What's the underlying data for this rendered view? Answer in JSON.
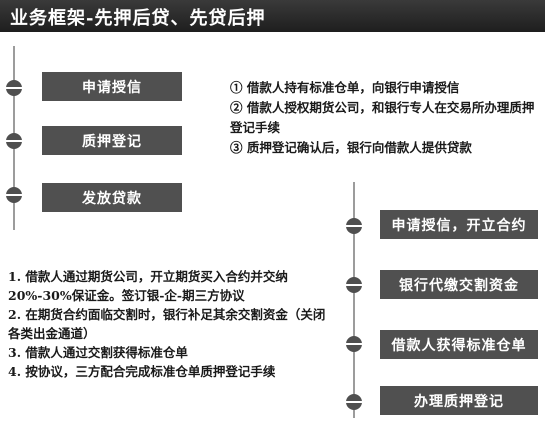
{
  "header": {
    "title": "业务框架-先押后贷、先贷后押"
  },
  "left_flow": {
    "steps": [
      {
        "label": "申请授信"
      },
      {
        "label": "质押登记"
      },
      {
        "label": "发放贷款"
      }
    ],
    "notes": [
      "① 借款人持有标准仓单，向银行申请授信",
      "② 借款人授权期货公司，和银行专人在交易所办理质押登记手续",
      "③ 质押登记确认后，银行向借款人提供贷款"
    ]
  },
  "right_flow": {
    "steps": [
      {
        "label": "申请授信，开立合约"
      },
      {
        "label": "银行代缴交割资金"
      },
      {
        "label": "借款人获得标准仓单"
      },
      {
        "label": "办理质押登记"
      }
    ],
    "notes": [
      "1. 借款人通过期货公司，开立期货买入合约并交纳20%-30%保证金。签订银-企-期三方协议",
      "2. 在期货合约面临交割时，银行补足其余交割资金（关闭各类出金通道）",
      "3. 借款人通过交割获得标准仓单",
      "4. 按协议，三方配合完成标准仓单质押登记手续"
    ]
  },
  "colors": {
    "banner": "#2a2a2a",
    "step_box": "#505050",
    "node": "#4f4f4f",
    "line": "#9c9c9c"
  }
}
